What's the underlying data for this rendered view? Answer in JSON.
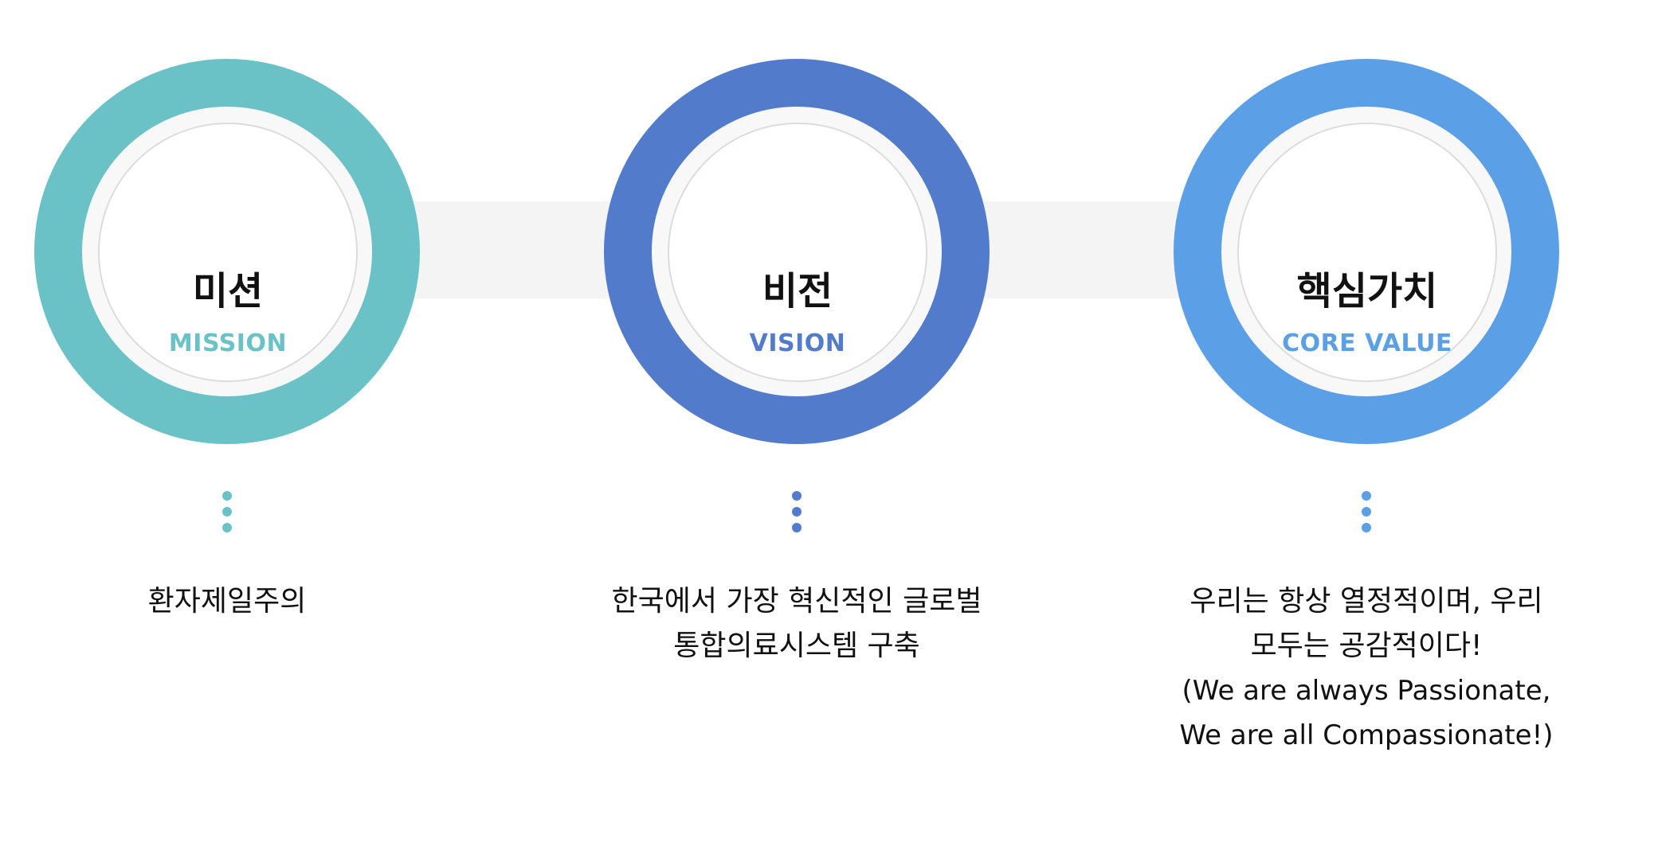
{
  "items": [
    {
      "title": "미션",
      "subtitle": "MISSION",
      "color": "#6ac2c6",
      "description": "환자제일주의"
    },
    {
      "title": "비전",
      "subtitle": "VISION",
      "color": "#537bcb",
      "description": "한국에서 가장 혁신적인 글로벌\n통합의료시스템 구축"
    },
    {
      "title": "핵심가치",
      "subtitle": "CORE VALUE",
      "color": "#5ba0e7",
      "description": "우리는 항상 열정적이며, 우리\n모두는 공감적이다!",
      "description_en": "(We are always Passionate,\nWe are all Compassionate!)"
    }
  ],
  "connector_color": "#f4f4f4"
}
